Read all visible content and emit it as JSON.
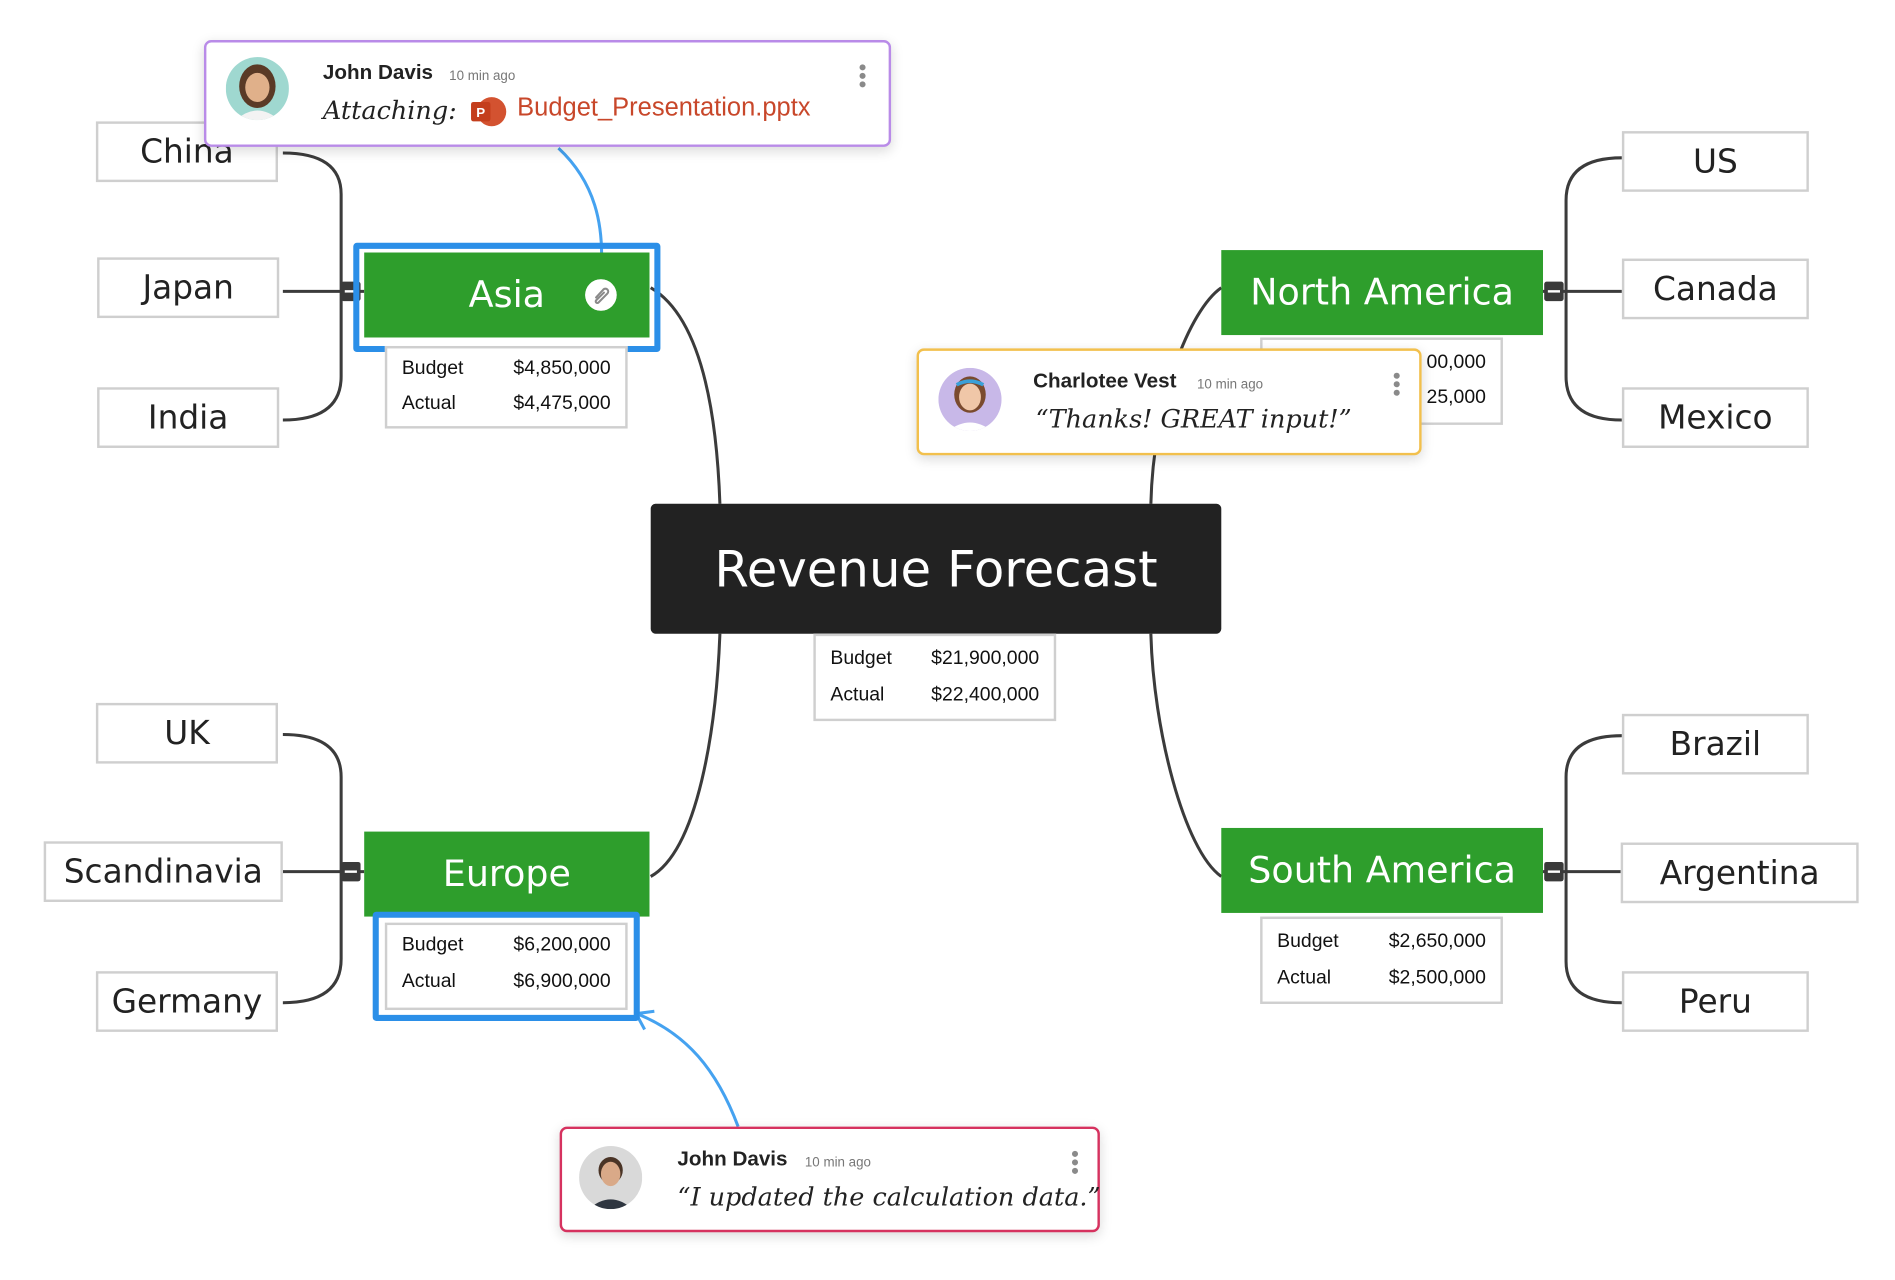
{
  "central": {
    "label": "Revenue Forecast",
    "budget_label": "Budget",
    "budget_value": "$21,900,000",
    "actual_label": "Actual",
    "actual_value": "$22,400,000"
  },
  "branches": {
    "asia": {
      "label": "Asia",
      "budget_label": "Budget",
      "budget_value": "$4,850,000",
      "actual_label": "Actual",
      "actual_value": "$4,475,000",
      "children": [
        "China",
        "Japan",
        "India"
      ]
    },
    "europe": {
      "label": "Europe",
      "budget_label": "Budget",
      "budget_value": "$6,200,000",
      "actual_label": "Actual",
      "actual_value": "$6,900,000",
      "children": [
        "UK",
        "Scandinavia",
        "Germany"
      ]
    },
    "north_america": {
      "label": "North America",
      "budget_value_partial": "00,000",
      "actual_value_partial": "25,000",
      "children": [
        "US",
        "Canada",
        "Mexico"
      ]
    },
    "south_america": {
      "label": "South America",
      "budget_label": "Budget",
      "budget_value": "$2,650,000",
      "actual_label": "Actual",
      "actual_value": "$2,500,000",
      "children": [
        "Brazil",
        "Argentina",
        "Peru"
      ]
    }
  },
  "comments": {
    "attach": {
      "author": "John Davis",
      "time": "10 min ago",
      "prefix": "Attaching:",
      "file": "Budget_Presentation.pptx",
      "border_color": "#b98be8"
    },
    "thanks": {
      "author": "Charlotee Vest",
      "time": "10 min ago",
      "message": "“Thanks! GREAT input!”",
      "border_color": "#f2c04d"
    },
    "update": {
      "author": "John Davis",
      "time": "10 min ago",
      "message": "“I updated the calculation data.”",
      "border_color": "#d6325f"
    }
  },
  "colors": {
    "branch": "#2e9e2c",
    "central": "#222222",
    "selection": "#2b8fe8",
    "connector": "#3b3b3b"
  },
  "icons": [
    "paperclip-icon",
    "powerpoint-icon",
    "kebab-menu-icon",
    "collapse-icon"
  ]
}
